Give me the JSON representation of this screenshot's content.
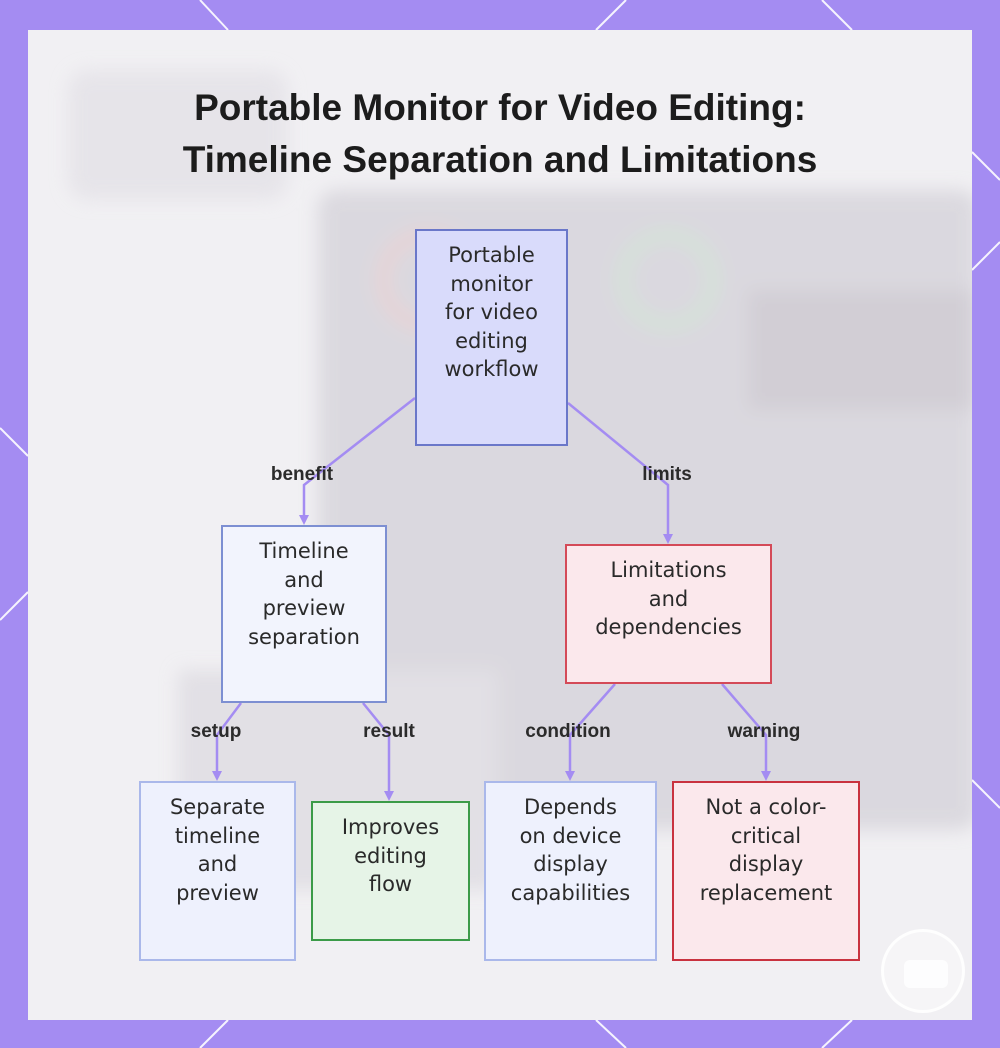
{
  "title": {
    "line1": "Portable Monitor for Video Editing:",
    "line2": "Timeline Separation and Limitations"
  },
  "nodes": {
    "root": "Portable\nmonitor\nfor video\nediting\nworkflow",
    "timeline": "Timeline\nand\npreview\nseparation",
    "limits": "Limitations\nand\ndependencies",
    "separate": "Separate\ntimeline\nand\npreview",
    "improves": "Improves\nediting\nflow",
    "depends": "Depends\non device\ndisplay\ncapabilities",
    "notcolor": "Not a color-\ncritical\ndisplay\nreplacement"
  },
  "edge_labels": {
    "benefit": "benefit",
    "limits": "limits",
    "setup": "setup",
    "result": "result",
    "condition": "condition",
    "warning": "warning"
  },
  "colors": {
    "frame": "#a48cf2",
    "edge": "#a48cf2",
    "root_fill": "#d9dbfb",
    "limits_border": "#d44a58",
    "improves_border": "#3b9b48"
  },
  "icons": {
    "chat": "chat-bubble-icon"
  }
}
